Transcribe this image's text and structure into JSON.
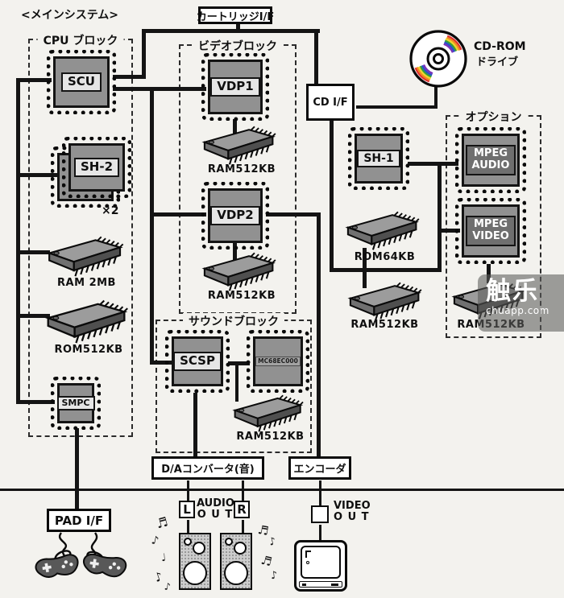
{
  "page": {
    "background": "#f3f2ee",
    "line_color": "#141414",
    "chip_body": "#919191",
    "plate": "#e6e6e6"
  },
  "header": {
    "system_title": "<メインシステム>"
  },
  "watermark": {
    "brand": "触乐",
    "domain": "chuapp.com"
  },
  "blocks": {
    "cpu": "CPU ブロック",
    "video": "ビデオブロック",
    "sound": "サウンドブロック",
    "option": "オプション"
  },
  "boxes": {
    "cartridge_if": "カートリッジI/F",
    "cd_if": "CD I/F",
    "da_converter": "D/Aコンバータ(音)",
    "encoder": "エンコーダ",
    "pad_if": "PAD I/F"
  },
  "chips": {
    "scu": "SCU",
    "sh2": "SH-2",
    "sh2_qty": "×2",
    "smpc": "SMPC",
    "vdp1": "VDP1",
    "vdp2": "VDP2",
    "scsp": "SCSP",
    "m68k": "MC68EC000",
    "sh1": "SH-1",
    "mpeg_audio_line1": "MPEG",
    "mpeg_audio_line2": "AUDIO",
    "mpeg_video_line1": "MPEG",
    "mpeg_video_line2": "VIDEO"
  },
  "memory": {
    "ram_2mb": "RAM 2MB",
    "rom_512kb": "ROM512KB",
    "ram_512kb_vdp1": "RAM512KB",
    "ram_512kb_vdp2": "RAM512KB",
    "ram_512kb_sound": "RAM512KB",
    "rom_64kb": "ROM64KB",
    "ram_512kb_cd": "RAM512KB",
    "ram_512kb_option": "RAM512KB"
  },
  "cdrom": {
    "line1": "CD-ROM",
    "line2": "ドライブ"
  },
  "av": {
    "audio_title": "AUDIO",
    "audio_out": "O U T",
    "left": "L",
    "right": "R",
    "video_title": "VIDEO",
    "video_out": "O U T"
  },
  "decor": {
    "notes": [
      "♬",
      "♪",
      "♩",
      "♪",
      "♪",
      "♬",
      "♪",
      "♬",
      "♪"
    ]
  }
}
